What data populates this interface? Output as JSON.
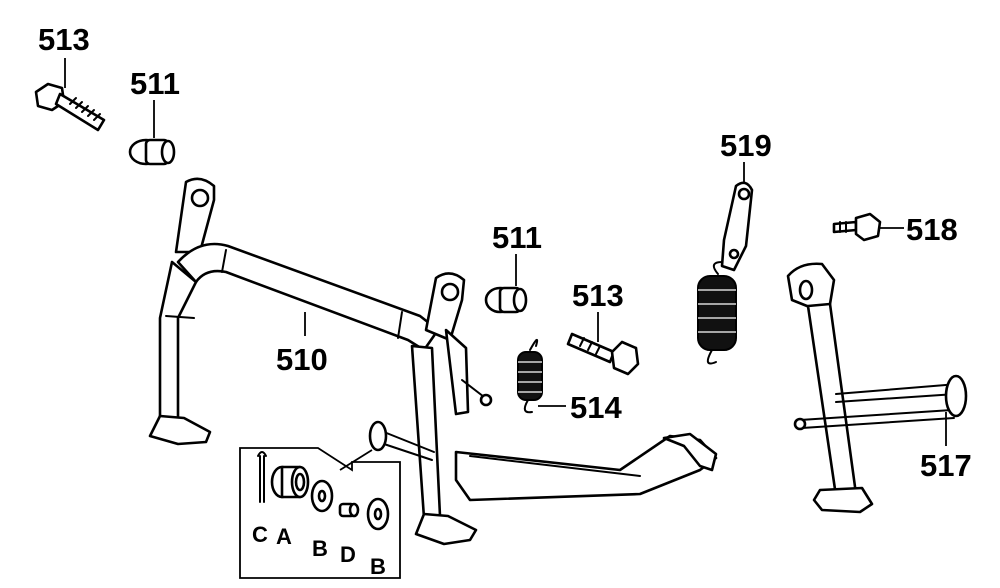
{
  "labels": {
    "p513_top": "513",
    "p511_top": "511",
    "p511_mid": "511",
    "p513_mid": "513",
    "p519": "519",
    "p518": "518",
    "p510": "510",
    "p514": "514",
    "p517": "517",
    "kit_c": "C",
    "kit_a": "A",
    "kit_b1": "B",
    "kit_d": "D",
    "kit_b2": "B"
  }
}
